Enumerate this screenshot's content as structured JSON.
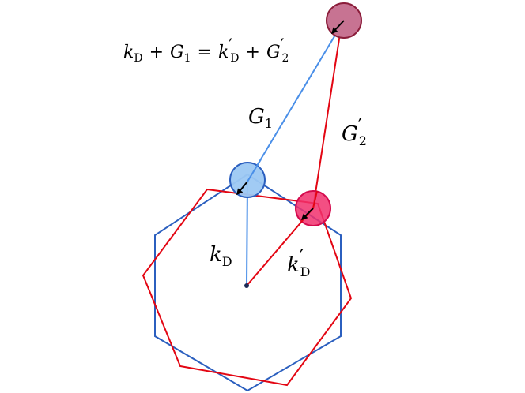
{
  "equation": {
    "k": "k",
    "sub_d": "D",
    "plus": "+",
    "g": "G",
    "sub_1": "1",
    "equals": "=",
    "prime": "′",
    "sub_2": "2"
  },
  "labels": {
    "g1": {
      "main": "G",
      "sub": "1"
    },
    "g2": {
      "main": "G",
      "prime": "′",
      "sub": "2"
    },
    "kd": {
      "main": "k",
      "sub": "D"
    },
    "kd_prime": {
      "main": "k",
      "prime": "′",
      "sub": "D"
    }
  },
  "colors": {
    "blue_hexagon": "#2b5fbf",
    "red_hexagon": "#e30613",
    "blue_vector": "#4a8fe8",
    "red_vector": "#e30613",
    "blue_spot_fill": "#9cc8f3",
    "blue_spot_stroke": "#2b5fbf",
    "pink_spot_fill": "#f1306d",
    "pink_spot_stroke": "#d40a4d",
    "maroon_spot_fill": "#c77392",
    "maroon_spot_stroke": "#8b1d3a",
    "arrow": "#000000",
    "origin": "#1c2b56"
  }
}
